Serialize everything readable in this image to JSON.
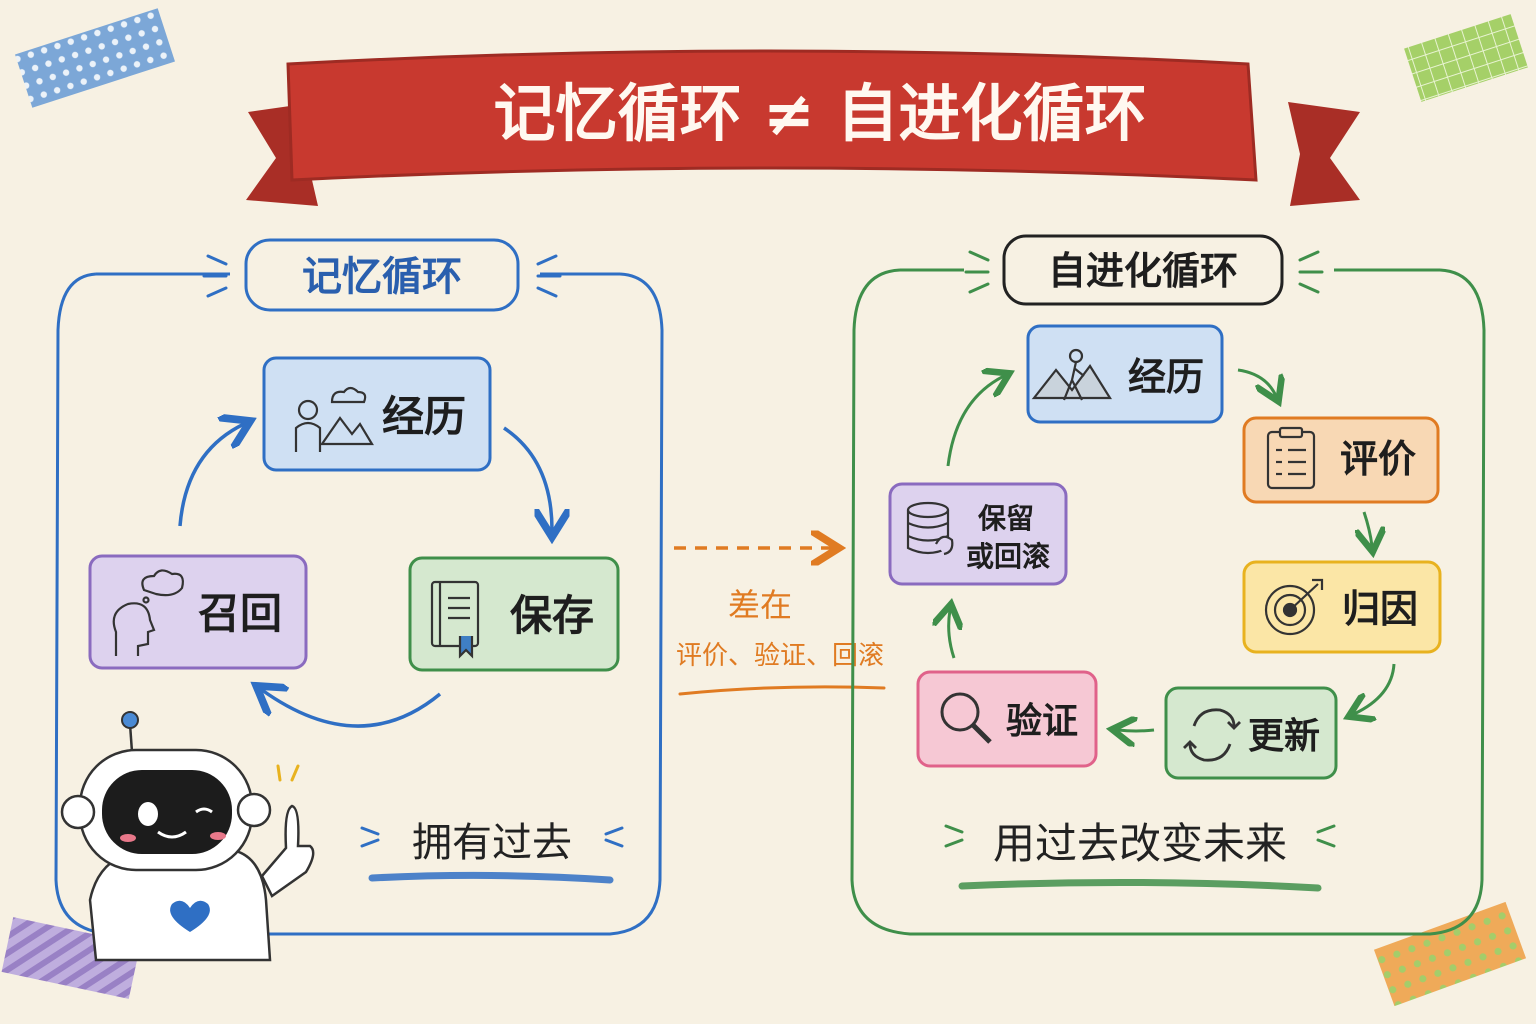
{
  "title": "记忆循环 ≠ 自进化循环",
  "colors": {
    "background": "#f7f1e3",
    "banner_red": "#c8392f",
    "blue": "#2f6fc4",
    "green": "#3f8f4a",
    "orange": "#e07b22",
    "purple": "#8a6bbf",
    "pink": "#e0628a",
    "yellow": "#e8b21f"
  },
  "memory_loop": {
    "heading": "记忆循环",
    "nodes": {
      "experience": "经历",
      "save": "保存",
      "recall": "召回"
    },
    "caption": "拥有过去"
  },
  "bridge": {
    "line1": "差在",
    "line2": "评价、验证、回滚"
  },
  "evolution_loop": {
    "heading": "自进化循环",
    "nodes": {
      "experience": "经历",
      "evaluate": "评价",
      "attribute": "归因",
      "update": "更新",
      "verify": "验证",
      "keep_line1": "保留",
      "keep_line2": "或回滚"
    },
    "caption": "用过去改变未来"
  },
  "icons": {
    "memory_experience": "person-mountain-cloud-icon",
    "memory_save": "book-icon",
    "memory_recall": "head-thought-bubble-icon",
    "evo_experience": "hiker-mountain-icon",
    "evo_evaluate": "clipboard-checklist-icon",
    "evo_attribute": "target-arrow-icon",
    "evo_update": "refresh-arrows-icon",
    "evo_verify": "magnifier-icon",
    "evo_keep": "database-rollback-icon",
    "mascot": "robot-mascot-icon"
  }
}
